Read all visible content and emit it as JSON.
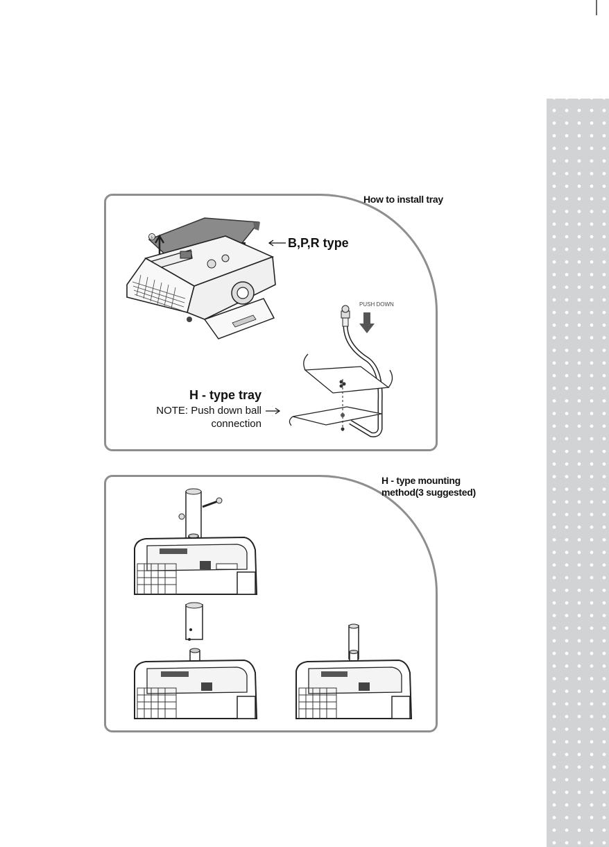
{
  "panel_top": {
    "caption": "How to install tray",
    "label_bpr": "B,P,R type",
    "label_htype": "H - type tray",
    "note": "NOTE: Push down ball",
    "note_line2": "connection",
    "push_down_label": "PUSH DOWN",
    "step_marker": "①"
  },
  "panel_bottom": {
    "caption_line1": "H - type mounting",
    "caption_line2": "method(3 suggested)"
  }
}
